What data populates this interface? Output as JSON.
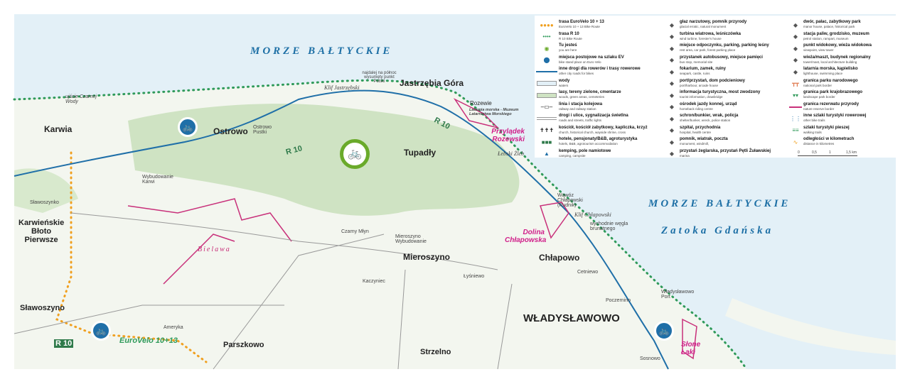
{
  "sea_labels": {
    "baltic_1": "MORZE BAŁTYCKIE",
    "baltic_2": "MORZE BAŁTYCKIE",
    "gulf": "Zatoka Gdańska"
  },
  "towns": {
    "jastrzebia": "Jastrzębia Góra",
    "karwia": "Karwia",
    "ostrowo": "Ostrowo",
    "tupadly": "Tupadły",
    "karwienskie": "Karwieńskie\nBłoto\nPierwsze",
    "mieroszyno": "Mieroszyno",
    "chlapowo": "Chłapowo",
    "wladyslawowo": "WŁADYSŁAWOWO",
    "slawoszyno": "Sławoszyno",
    "parszkowo": "Parszkowo",
    "strzelno": "Strzelno",
    "rozewie": "Rozewie"
  },
  "places": {
    "klif_jastrz": "Klif Jastrzębski",
    "najdalej": "najdalej na północ wysunięty punkt Polski",
    "latarnia": "Latarnia morska - Muzeum Latarnictwa Morskiego",
    "lebski": "Łebski Żleb",
    "wawoz": "Wąwóz Chłapowski (Rudnik)",
    "klif_chlap": "Klif Chłapowski",
    "wychodnie": "wychodnie węgla brunatnego",
    "bielawa": "Bielawa",
    "czarny_mlyn": "Czarny Młyn",
    "cetniewo": "Cetniewo",
    "sosnowo": "Sosnowo",
    "pozzezmino": "Poczernino",
    "wybudowanie": "Wybudowanie Karwi",
    "karwia_ujscie": "ujście Czarnej Wody",
    "slawoszynko": "Sławoszynko",
    "ameryka": "Ameryka",
    "kaczyniec": "Kaczyniec",
    "lysniewo": "Łyśniewo",
    "port": "Władysławowo Port",
    "mieroszyno_wyb": "Mieroszyno Wybudowanie",
    "ostrowo_pustki": "Ostrowo Pustki"
  },
  "reserves": {
    "przyladek": "Przylądek Rozewski",
    "dolina": "Dolina Chłapowska",
    "slone": "Słone Łąki"
  },
  "routes": {
    "r10": "R 10",
    "eurovelo": "EuroVelo 10+13"
  },
  "legend": {
    "col1": [
      {
        "t": "trasa EuroVelo 10 + 13",
        "e": "EuroVelo 10 + 13 Bike Route",
        "icon": "eurovelo-route-icon"
      },
      {
        "t": "trasa R 10",
        "e": "R 10 Bike Route",
        "icon": "r10-route-icon"
      },
      {
        "t": "Tu jesteś",
        "e": "you are here",
        "icon": "you-are-here-icon"
      },
      {
        "t": "miejsca postojowe na szlaku EV",
        "e": "bike stand place on Euro Velo",
        "icon": "bike-stand-icon"
      },
      {
        "t": "inne drogi dla rowerów i trasy rowerowe",
        "e": "other city roads for bikes",
        "icon": "bike-road-icon"
      },
      {
        "t": "wody",
        "e": "waters",
        "icon": "water-icon"
      },
      {
        "t": "lasy, tereny zielone, cmentarze",
        "e": "woods, green areas, cemeteries",
        "icon": "forest-icon"
      },
      {
        "t": "linia i stacja kolejowa",
        "e": "railway and railway station",
        "icon": "railway-icon"
      },
      {
        "t": "drogi i ulice, sygnalizacja świetlna",
        "e": "roads and streets, traffic lights",
        "icon": "road-icon"
      },
      {
        "t": "kościół, kościół zabytkowy, kapliczka, krzyż",
        "e": "church, historical church, wayside shrine, cross",
        "icon": "church-icon"
      },
      {
        "t": "hotele, pensjonaty/B&B, agroturystyka",
        "e": "hotels, B&B, agrotourism accommodation",
        "icon": "hotel-icon"
      },
      {
        "t": "kemping, pole namiotowe",
        "e": "camping, campsite",
        "icon": "camping-icon"
      }
    ],
    "col2": [
      {
        "t": "głaz narzutowy, pomnik przyrody",
        "e": "glacial erratic, natural monument",
        "icon": "monument-icon"
      },
      {
        "t": "turbina wiatrowa, leśniczówka",
        "e": "wind turbine, forester's house",
        "icon": "wind-turbine-icon"
      },
      {
        "t": "miejsce odpoczynku, parking, parking leśny",
        "e": "rest area, car park, forest parking place",
        "icon": "parking-icon"
      },
      {
        "t": "przystanek autobusowy, miejsce pamięci",
        "e": "bus stop, memorial site",
        "icon": "bus-stop-icon"
      },
      {
        "t": "fokarium, zamek, ruiny",
        "e": "seapark, castle, ruins",
        "icon": "castle-icon"
      },
      {
        "t": "port/przystań, dom podcieniowy",
        "e": "port/harbour, arcade house",
        "icon": "anchor-icon"
      },
      {
        "t": "informacja turystyczna, most zwodzony",
        "e": "tourist information, drawbridge",
        "icon": "info-icon"
      },
      {
        "t": "ośrodek jazdy konnej, urząd",
        "e": "horseback riding centre",
        "icon": "horse-icon"
      },
      {
        "t": "schron/bunkier, wrak, policja",
        "e": "shelter/bunker, wreck, police station",
        "icon": "bunker-icon"
      },
      {
        "t": "szpital, przychodnia",
        "e": "hospital, health centre",
        "icon": "hospital-icon"
      },
      {
        "t": "pomnik, wiatrak, poczta",
        "e": "monument, windmill,",
        "icon": "windmill-icon"
      },
      {
        "t": "przystań żeglarska, przystań Pętli Żuławskiej",
        "e": "marina",
        "icon": "marina-icon"
      }
    ],
    "col3": [
      {
        "t": "dwór, pałac, zabytkowy park",
        "e": "manor house, palace, historical park",
        "icon": "manor-icon"
      },
      {
        "t": "stacja paliw, grodzisko, muzeum",
        "e": "petrol station, rampart, museum",
        "icon": "petrol-icon"
      },
      {
        "t": "punkt widokowy, wieża widokowa",
        "e": "viewpoint, view tower",
        "icon": "viewpoint-icon"
      },
      {
        "t": "wieża/maszt, budynek regionalny",
        "e": "tower/mast, local architecture building",
        "icon": "tower-icon"
      },
      {
        "t": "latarnia morska, kąpielisko",
        "e": "lighthouse, swimming place",
        "icon": "lighthouse-icon"
      },
      {
        "t": "granica parku narodowego",
        "e": "national park border",
        "icon": "national-park-border-icon"
      },
      {
        "t": "granica park krajobrazowego",
        "e": "landscape park border",
        "icon": "landscape-park-border-icon"
      },
      {
        "t": "granica rezerwatu przyrody",
        "e": "nature reserve border",
        "icon": "reserve-border-icon"
      },
      {
        "t": "inne szlaki turystyki rowerowej",
        "e": "other bike trails",
        "icon": "bike-trail-icon"
      },
      {
        "t": "szlaki turystyki pieszej",
        "e": "walking trails",
        "icon": "walking-trail-icon"
      },
      {
        "t": "odległości w kilometrach",
        "e": "distance in kilometres",
        "icon": "distance-icon"
      }
    ],
    "scale": [
      "0",
      "0,5",
      "1",
      "1,5 km"
    ]
  },
  "colors": {
    "sea": "#e3f0f7",
    "land": "#f3f6ef",
    "forest": "#cfe3c3",
    "eurovelo": "#f0a020",
    "r10": "#2f9a5a",
    "bike_road": "#1f6fa8",
    "reserve": "#c8307a",
    "sea_text": "#1d6fa5"
  }
}
